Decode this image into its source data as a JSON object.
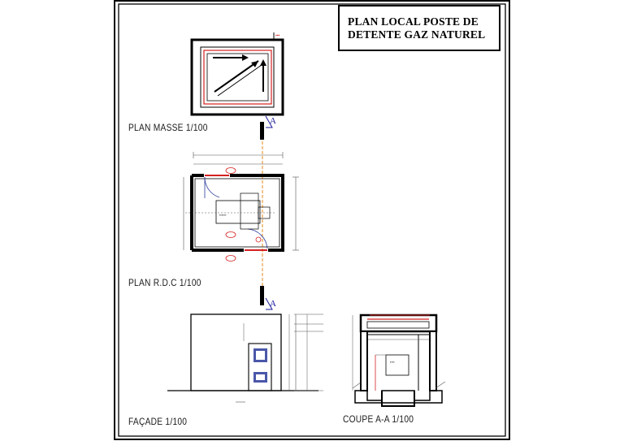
{
  "title_block": {
    "line1": "PLAN LOCAL POSTE DE",
    "line2": "DETENTE GAZ NATUREL"
  },
  "views": {
    "plan_masse": "PLAN MASSE 1/100",
    "plan_rdc": "PLAN R.D.C 1/100",
    "facade": "FAÇADE 1/100",
    "coupe": "COUPE A-A 1/100"
  },
  "section_marks": {
    "top": "A",
    "bottom": "A"
  },
  "colors": {
    "line": "#000000",
    "red": "#d42020",
    "orange": "#e88a1a",
    "blue": "#2a3a9a",
    "dim": "#555555"
  }
}
